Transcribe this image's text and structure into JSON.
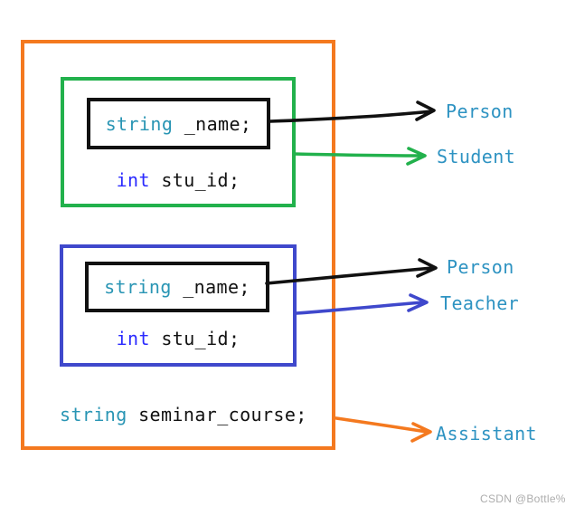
{
  "colors": {
    "orange": "#F4791F",
    "green": "#22B14C",
    "blue": "#3F48CC",
    "black": "#111111",
    "keyword_type": "#2995B4",
    "keyword_int": "#2A2AFF",
    "label": "#2E93C2",
    "watermark": "#ADADAD"
  },
  "memory_layout": {
    "assistant_box": {
      "student_box": {
        "person_box": {
          "field": {
            "keyword": "string",
            "name": "_name;"
          }
        },
        "id_field": {
          "keyword": "int",
          "name": "stu_id;"
        }
      },
      "teacher_box": {
        "person_box": {
          "field": {
            "keyword": "string",
            "name": "_name;"
          }
        },
        "id_field": {
          "keyword": "int",
          "name": "stu_id;"
        }
      },
      "course_field": {
        "keyword": "string",
        "name": "seminar_course;"
      }
    },
    "labels": {
      "person_top": "Person",
      "student": "Student",
      "person_bottom": "Person",
      "teacher": "Teacher",
      "assistant": "Assistant"
    }
  },
  "watermark": "CSDN @Bottle%"
}
